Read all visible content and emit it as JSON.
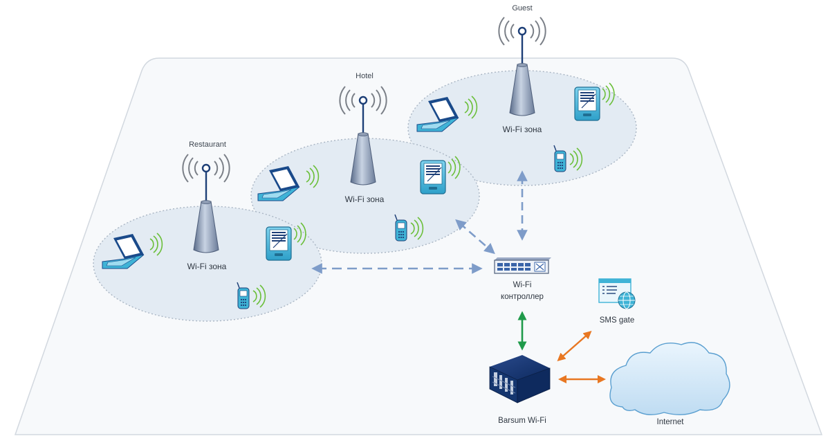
{
  "sites": {
    "restaurant": "Restaurant",
    "hotel": "Hotel",
    "guest": "Guest"
  },
  "zone_label": "Wi-Fi зона",
  "controller": {
    "line1": "Wi-Fi",
    "line2": "контроллер"
  },
  "server_label": "Barsum Wi-Fi",
  "sms_label": "SMS gate",
  "internet_label": "Internet",
  "colors": {
    "zone_fill": "#e3ebf3",
    "arrow_blue": "#7e9cc9",
    "arrow_green": "#1f9a4a",
    "arrow_orange": "#e87722",
    "device_teal": "#3fb3d6",
    "cloud": "#d9ecf9"
  },
  "icons": [
    "antenna-icon",
    "access-point-icon",
    "laptop-icon",
    "tablet-icon",
    "phone-icon",
    "switch-icon",
    "server-icon",
    "sms-gateway-icon",
    "cloud-icon"
  ]
}
